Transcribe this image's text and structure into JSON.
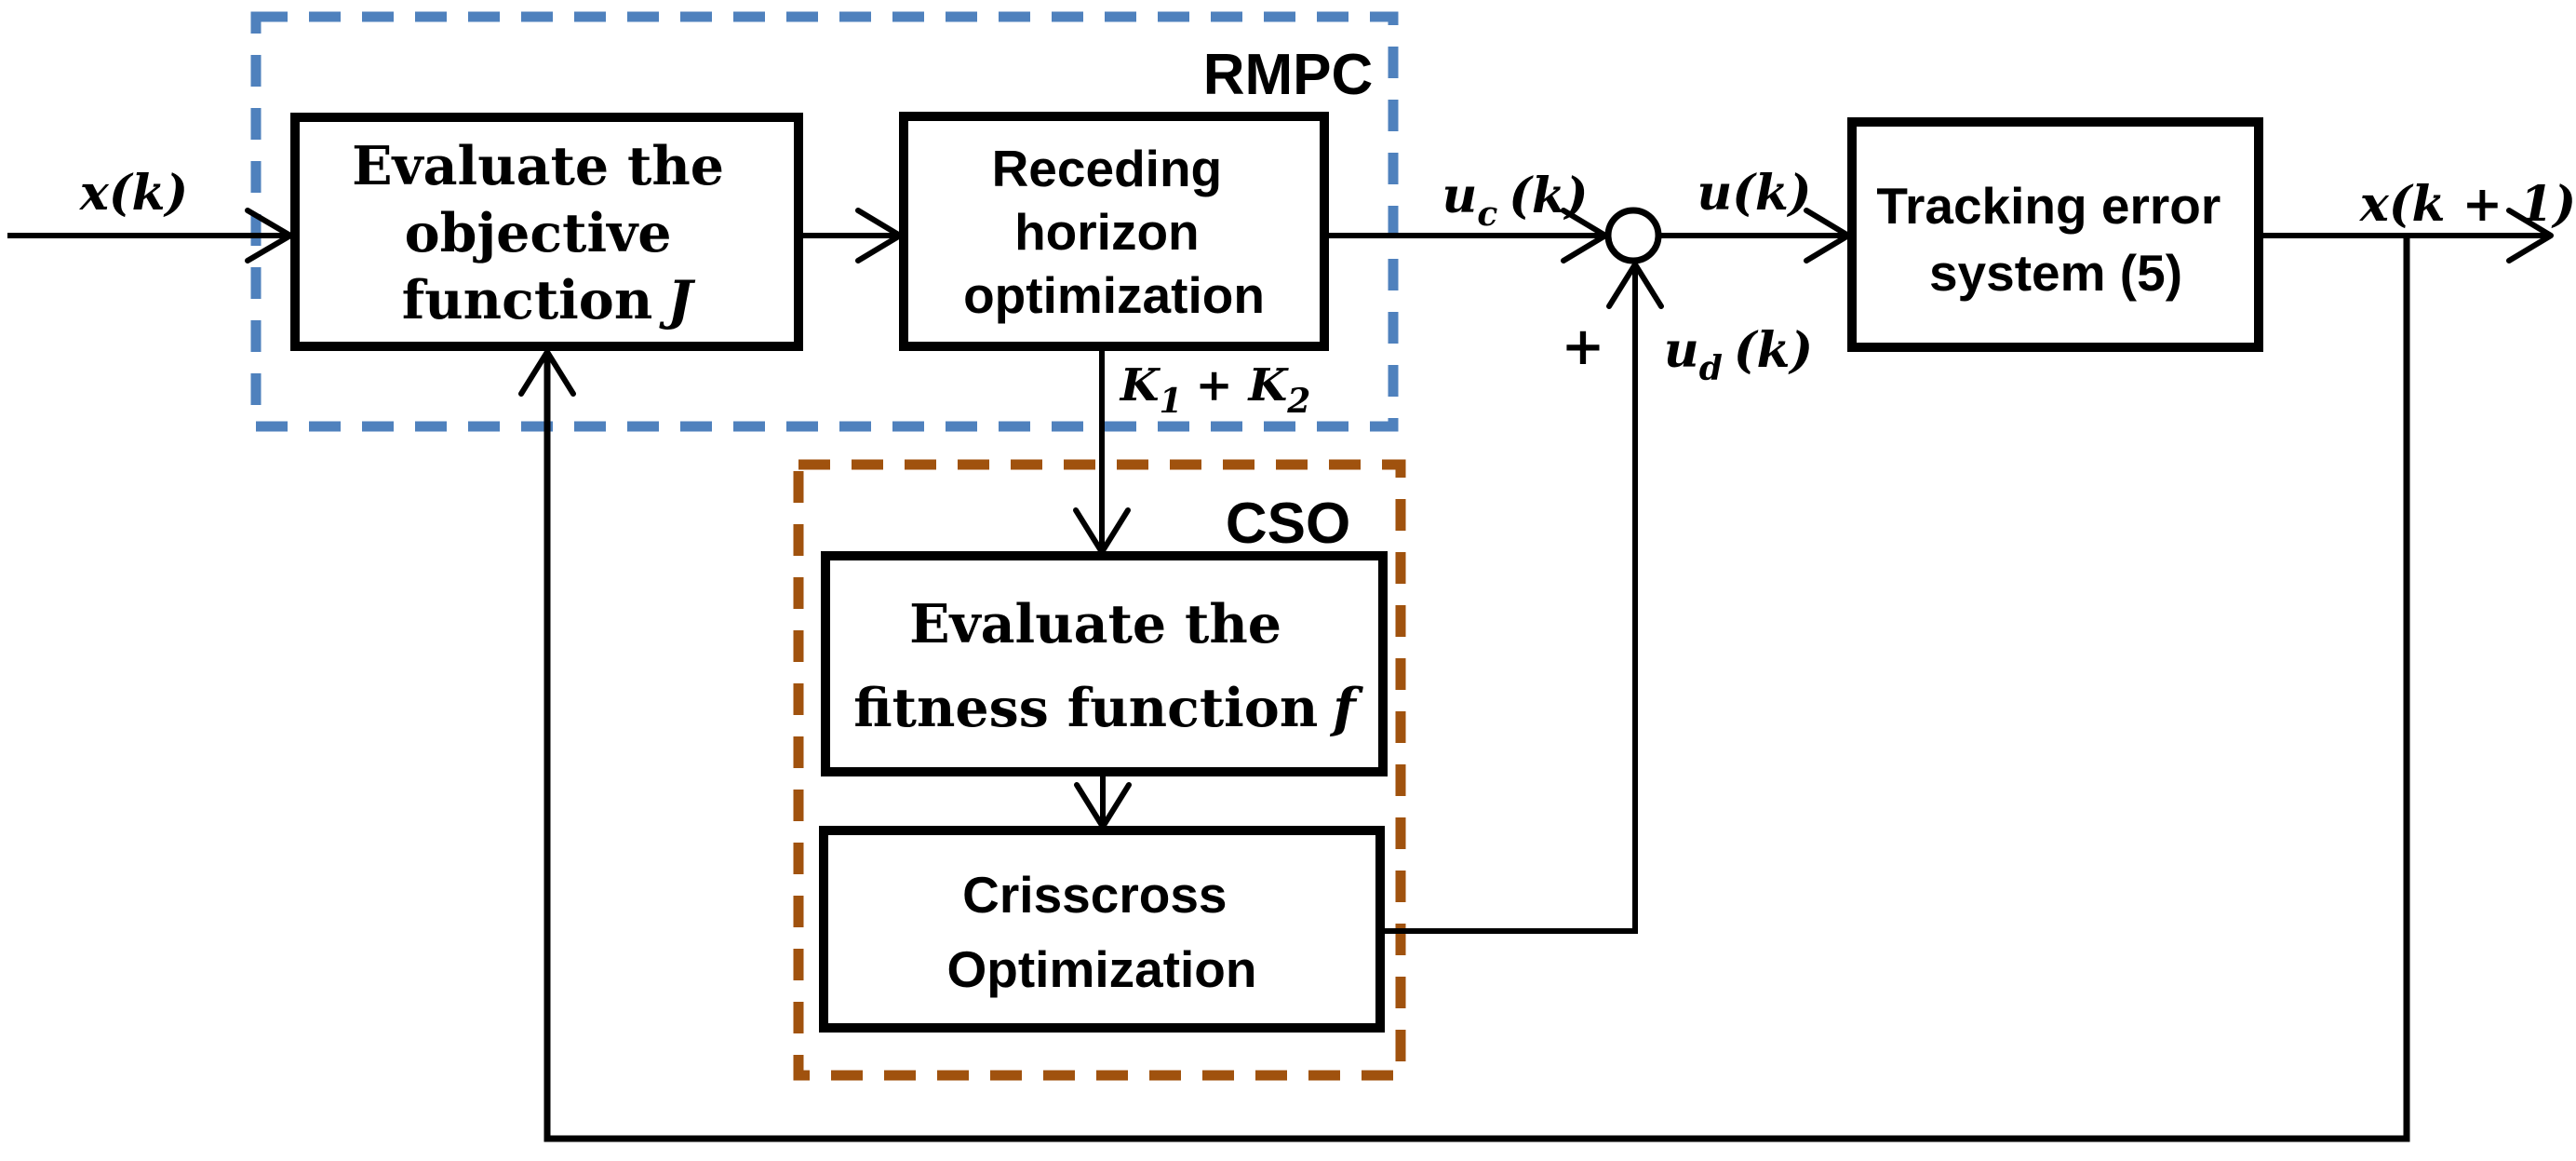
{
  "colors": {
    "rmpc_border": "#4f81bd",
    "cso_border": "#a0520e",
    "group_label": "#ff0000",
    "line": "#000000"
  },
  "groups": {
    "rmpc": {
      "label": "RMPC"
    },
    "cso": {
      "label": "CSO"
    }
  },
  "blocks": {
    "objective": {
      "line1": "Evaluate the",
      "line2": "objective",
      "line3_base": "function",
      "line3_var": "J"
    },
    "receding": {
      "lines": [
        "Receding",
        "horizon",
        "optimization"
      ]
    },
    "tracking": {
      "lines": [
        "Tracking error",
        "system (5)"
      ]
    },
    "fitness": {
      "line1": "Evaluate the",
      "line2_base": "fitness function",
      "line2_var": "f"
    },
    "crisscross": {
      "lines": [
        "Crisscross",
        "Optimization"
      ]
    }
  },
  "signals": {
    "state_in": "x(k)",
    "uc": {
      "base": "u",
      "sub": "c",
      "rest": "(k)"
    },
    "u": "u(k)",
    "ud": {
      "base": "u",
      "sub": "d",
      "rest": "(k)"
    },
    "plus": "+",
    "gains": {
      "base": "K",
      "sub1": "1",
      "mid": "+ K",
      "sub2": "2"
    },
    "state_out": "x(k + 1)"
  }
}
